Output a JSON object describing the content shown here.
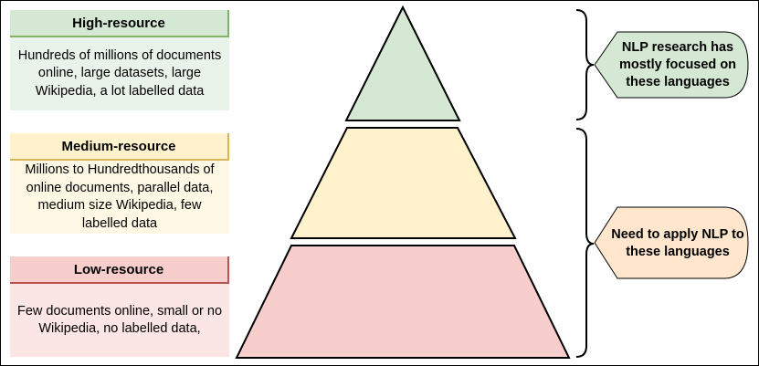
{
  "colors": {
    "high_fill": "#d5e8d4",
    "high_stroke": "#82b366",
    "medium_fill": "#fff2cc",
    "medium_stroke": "#d6b656",
    "low_fill": "#f8cecc",
    "low_stroke": "#b85450",
    "callout_top_fill": "#d5e8d4",
    "callout_bottom_fill": "#ffe6cc"
  },
  "tiers": [
    {
      "name": "High-resource",
      "description": "Hundreds of millions of documents online, large datasets, large Wikipedia, a lot labelled data"
    },
    {
      "name": "Medium-resource",
      "description": "Millions to Hundredthousands of online documents, parallel data, medium size Wikipedia, few labelled data"
    },
    {
      "name": "Low-resource",
      "description": "Few documents online, small or no Wikipedia, no labelled data,"
    }
  ],
  "callouts": {
    "top": "NLP research has mostly focused on these languages",
    "bottom": "Need to apply NLP to these languages"
  }
}
